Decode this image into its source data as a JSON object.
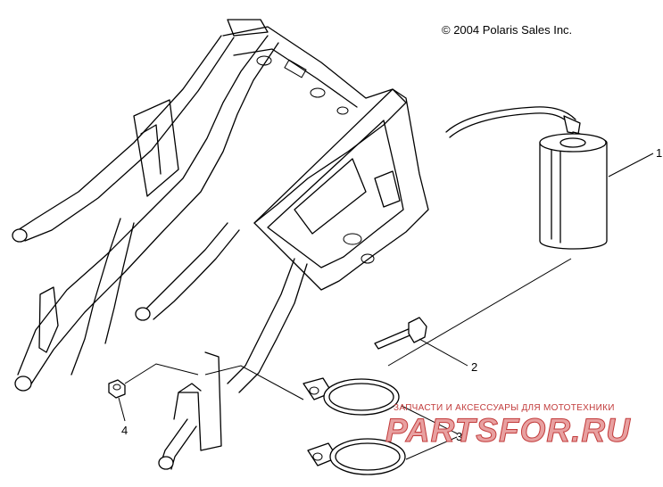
{
  "copyright": "© 2004 Polaris Sales Inc.",
  "callouts": {
    "filter": "1",
    "bolt": "2",
    "clamp": "3",
    "nut": "4"
  },
  "watermark": {
    "caption": "ЗАПЧАСТИ И АКСЕССУАРЫ ДЛЯ МОТОТЕХНИКИ",
    "logo": "PARTSFOR.RU",
    "color": "#c23b3b"
  }
}
